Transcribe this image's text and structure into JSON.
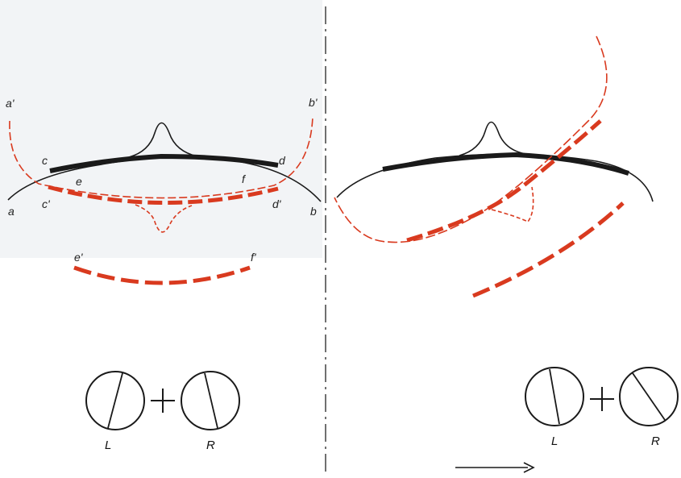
{
  "left_panel": {
    "labels": {
      "a_prime": "a'",
      "b_prime": "b'",
      "c": "c",
      "d": "d",
      "e": "e",
      "f": "f",
      "a": "a",
      "b": "b",
      "c_prime": "c'",
      "d_prime": "d'",
      "e_prime": "e'",
      "f_prime": "f'"
    },
    "eye_left_label": "L",
    "eye_right_label": "R"
  },
  "right_panel": {
    "eye_left_label": "L",
    "eye_right_label": "R"
  },
  "colors": {
    "ink": "#1a1a1a",
    "red": "#d93a1f"
  }
}
